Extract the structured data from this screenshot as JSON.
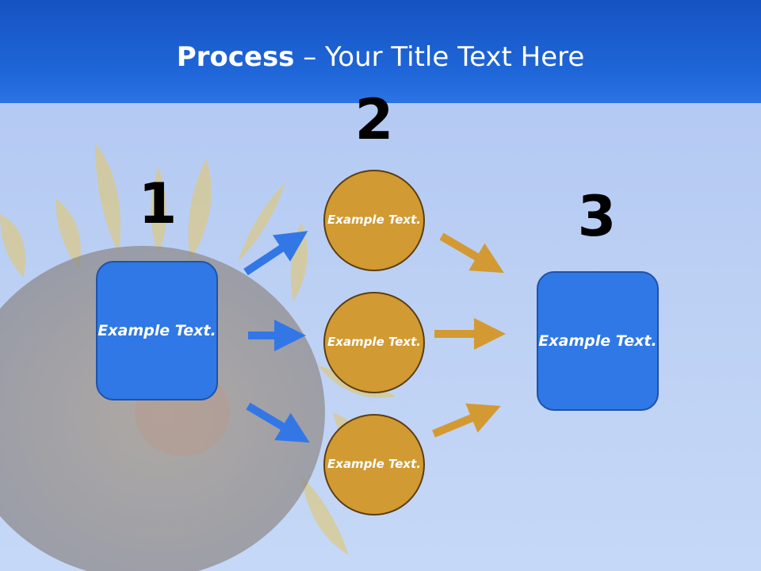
{
  "title": {
    "bold": "Process",
    "rest": " – Your Title Text Here"
  },
  "steps": {
    "one": "1",
    "two": "2",
    "three": "3"
  },
  "nodes": {
    "left_box": "Example Text.",
    "circle_top": "Example Text.",
    "circle_mid": "Example Text.",
    "circle_bottom": "Example Text.",
    "right_box": "Example Text."
  },
  "colors": {
    "header": "#1f66d8",
    "box": "#2f78e6",
    "circle": "#d19a32",
    "arrow_blue": "#3377e6",
    "arrow_gold": "#d39a33"
  }
}
